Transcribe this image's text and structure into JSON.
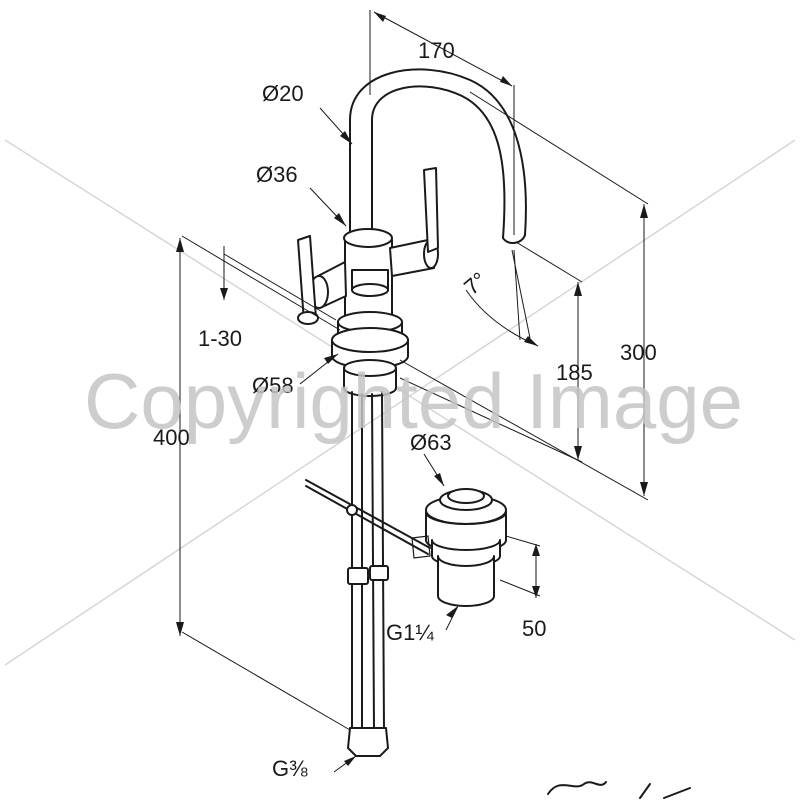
{
  "dimensions": {
    "spout_width": "170",
    "spout_diameter": "Ø20",
    "body_diameter": "Ø36",
    "deck_thickness": "1-30",
    "base_diameter": "Ø58",
    "total_height": "400",
    "outlet_height": "185",
    "spout_height": "300",
    "spout_angle": "7°",
    "waste_diameter": "Ø63",
    "waste_height": "50",
    "waste_thread": "G1¼",
    "hose_thread": "G⅜"
  },
  "watermark": {
    "text": "Copyrighted Image"
  },
  "colors": {
    "line": "#1a1a1a",
    "watermark": "#c4c4c4",
    "background": "#ffffff"
  }
}
